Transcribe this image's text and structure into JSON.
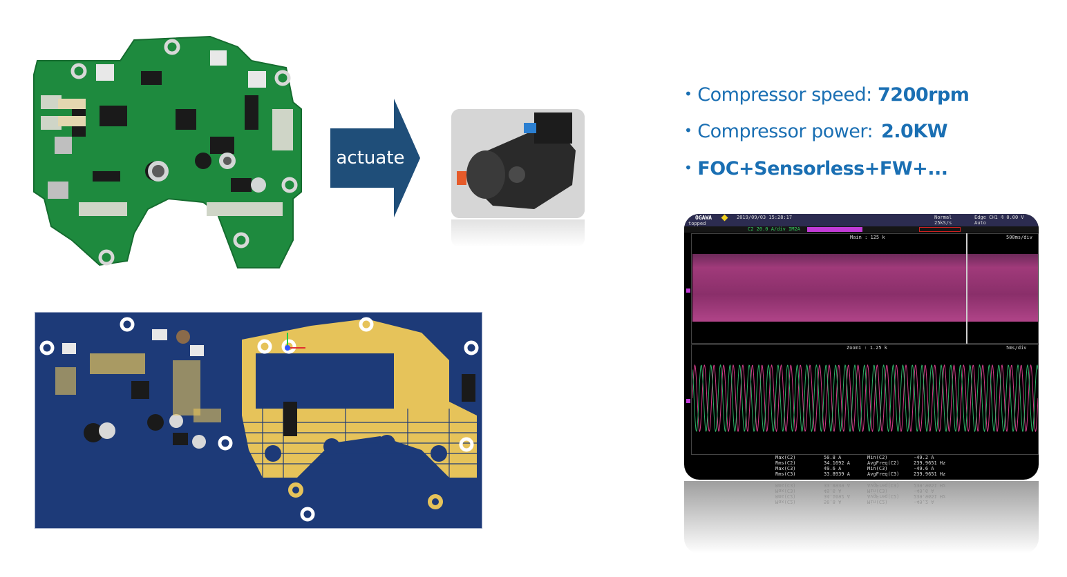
{
  "arrow": {
    "label": "actuate",
    "color": "#1f4e79"
  },
  "specs": {
    "speed": {
      "label": "Compressor speed:",
      "value": "7200rpm"
    },
    "power": {
      "label": "Compressor power:",
      "value": "2.0KW"
    },
    "control": {
      "label": "FOC+Sensorless+FW+..."
    },
    "bullet": "•",
    "color": "#1a6fb3"
  },
  "scope": {
    "brand": "OGAWA",
    "datetime": "2019/09/03 15:28:17",
    "mode": "Normal",
    "trigger": "Edge CH1 ₰ 0.00 V",
    "status_left": "topped",
    "status_auto": "Auto",
    "samples": "25kS/s",
    "ch2_scale": "C2  20.0 A/div IM2A",
    "main_label": "Main : 125 k",
    "main_timebase": "500ms/div",
    "zoom_label": "Zoom1 : 1.25 k",
    "zoom_timebase": "5ms/div",
    "measurements": [
      {
        "name": "Max(C2)",
        "value": "50.8 A",
        "name2": "Min(C2)",
        "value2": "-49.2 A"
      },
      {
        "name": "Rms(C2)",
        "value": "34.1692 A",
        "name2": "AvgFreq(C2)",
        "value2": "239.9651 Hz"
      },
      {
        "name": "Max(C3)",
        "value": "49.6 A",
        "name2": "Min(C3)",
        "value2": "-49.6 A"
      },
      {
        "name": "Rms(C3)",
        "value": "33.8939 A",
        "name2": "AvgFreq(C3)",
        "value2": "239.9651 Hz"
      }
    ],
    "trace_colors": {
      "ch2": "#d33d8a",
      "ch3": "#2fb36a"
    }
  },
  "colors": {
    "pcb_green": "#1e8a3e",
    "pcb_layout_blue": "#1d3a78",
    "copper_gold": "#e6c35a"
  }
}
